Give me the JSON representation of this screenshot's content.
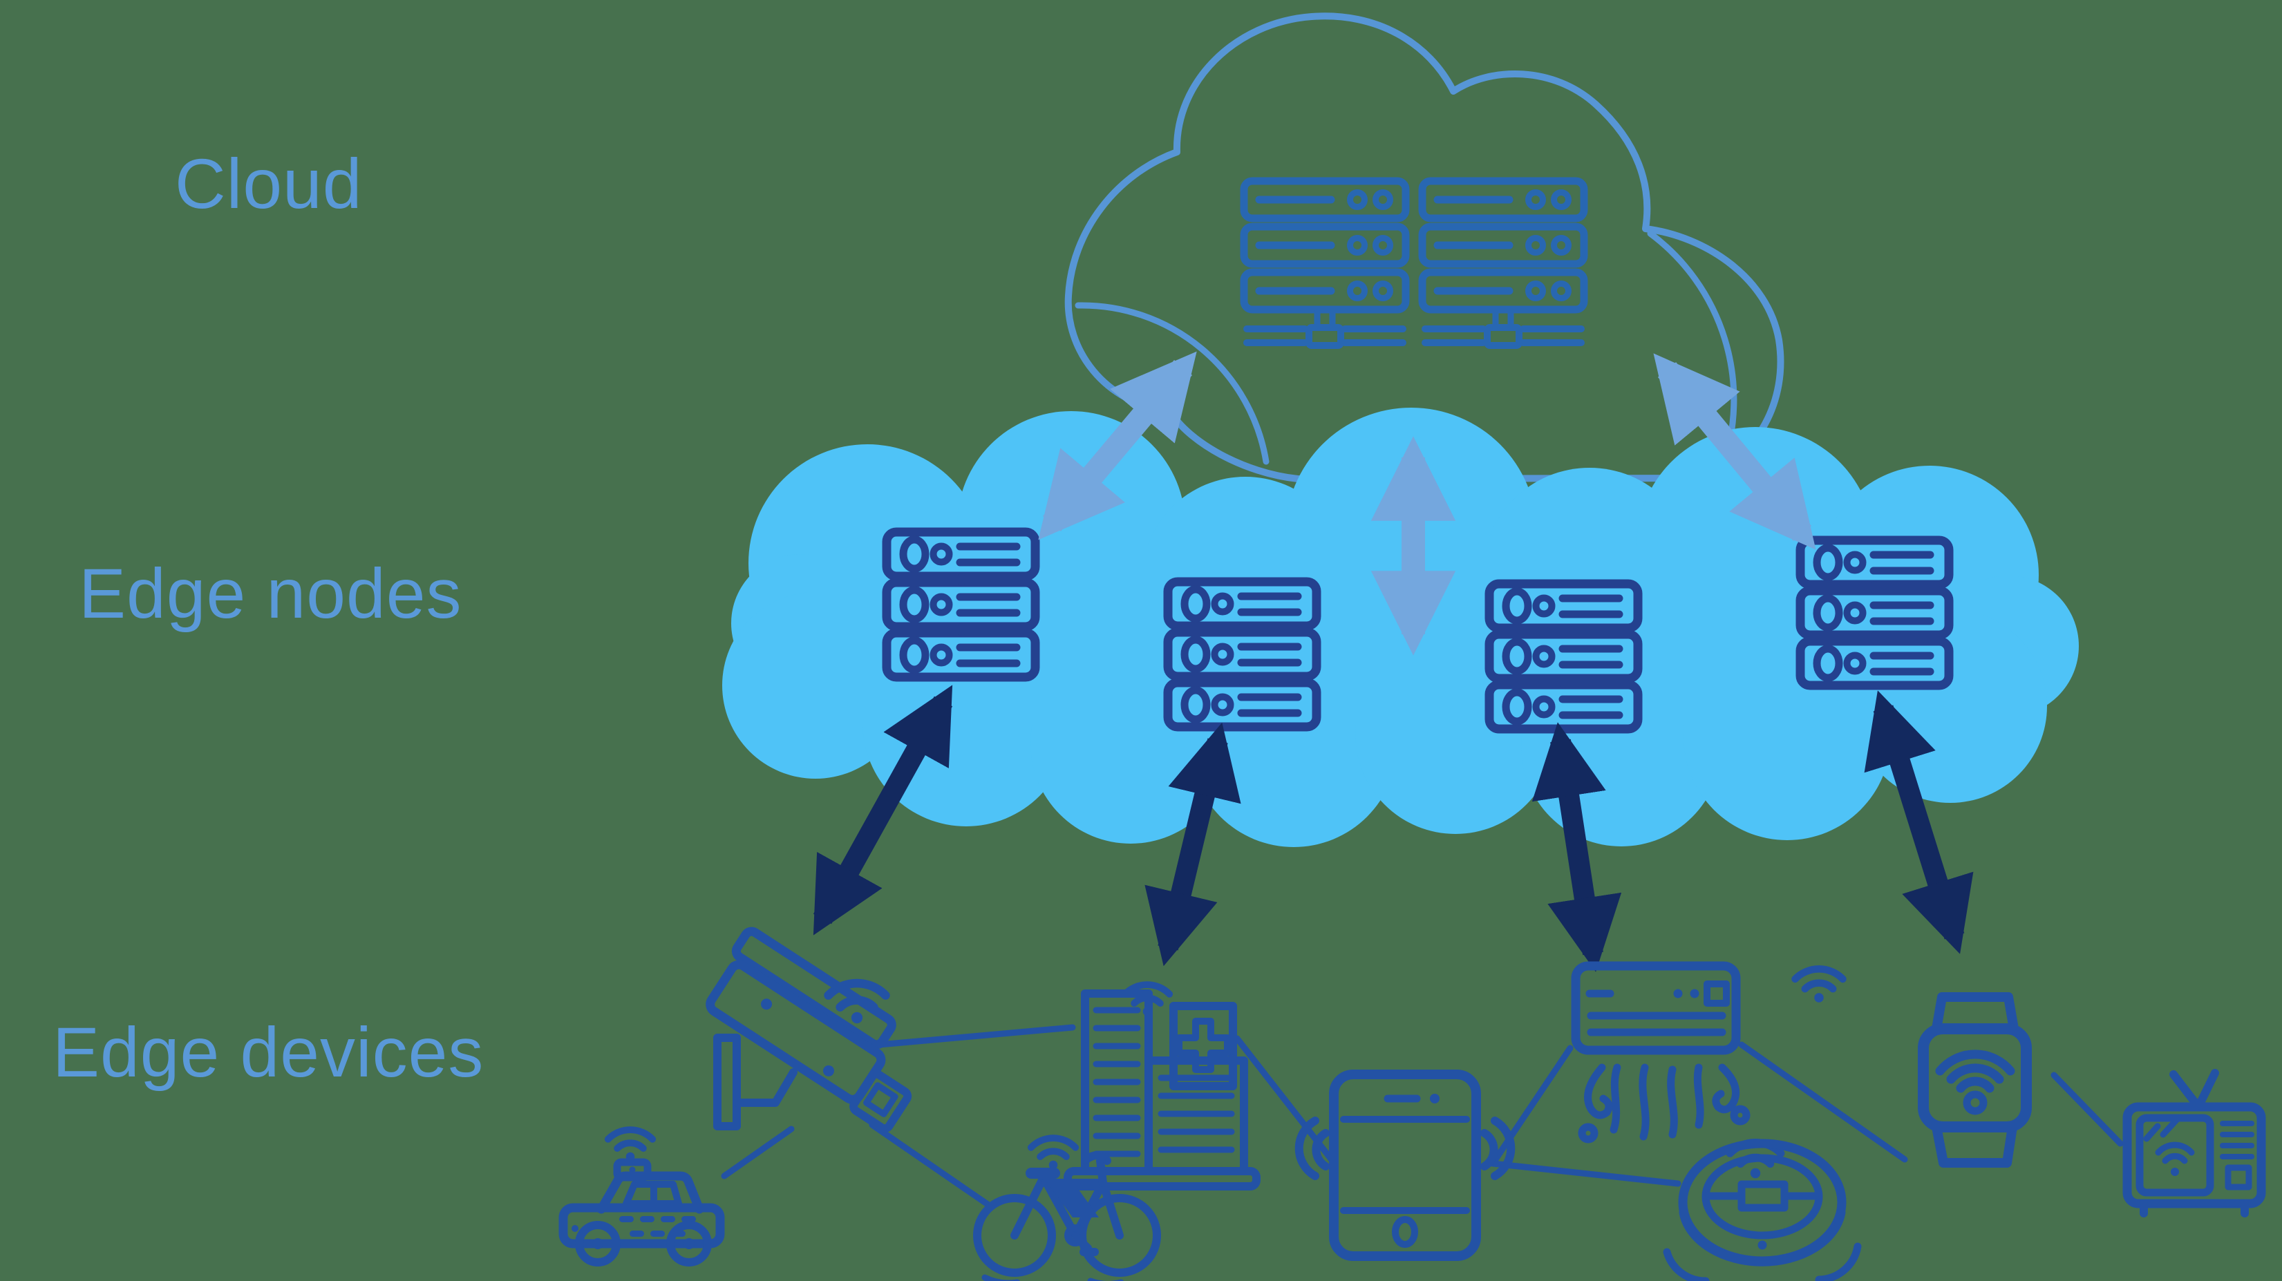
{
  "title": "Edge computing architecture diagram",
  "colors": {
    "background": "#47714E",
    "label_text": "#5A99D8",
    "cloud_outline": "#5796D6",
    "cloud_server_icon": "#2867B2",
    "edge_cloud_fill": "#4FC3F7",
    "edge_server_icon": "#24418F",
    "cloud_edge_arrow": "#74A7DE",
    "edge_device_arrow": "#13295F",
    "device_icon": "#2352A5"
  },
  "labels": {
    "cloud": "Cloud",
    "edge_nodes": "Edge nodes",
    "edge_devices": "Edge devices"
  },
  "layers": [
    {
      "name": "Cloud",
      "icons": [
        "cloud-outline-icon",
        "server-rack-icon",
        "server-rack-icon"
      ]
    },
    {
      "name": "Edge nodes",
      "icons": [
        "edge-cloud-shape",
        "server-stack-icon",
        "server-stack-icon",
        "server-stack-icon",
        "server-stack-icon"
      ]
    },
    {
      "name": "Edge devices",
      "icons": [
        "police-car-icon",
        "cctv-camera-icon",
        "hospital-building-icon",
        "bicycle-icon",
        "smartphone-icon",
        "air-conditioner-icon",
        "robot-vacuum-icon",
        "smartwatch-icon",
        "retro-tv-icon"
      ]
    }
  ],
  "connections": {
    "cloud_to_edge_nodes": {
      "count": 3,
      "style": "double-headed arrow",
      "color_key": "cloud_edge_arrow"
    },
    "edge_nodes_to_edge_devices": {
      "count": 4,
      "style": "double-headed arrow",
      "color_key": "edge_device_arrow"
    },
    "device_mesh_links": {
      "count": 8,
      "style": "thin line",
      "color_key": "device_icon"
    }
  }
}
